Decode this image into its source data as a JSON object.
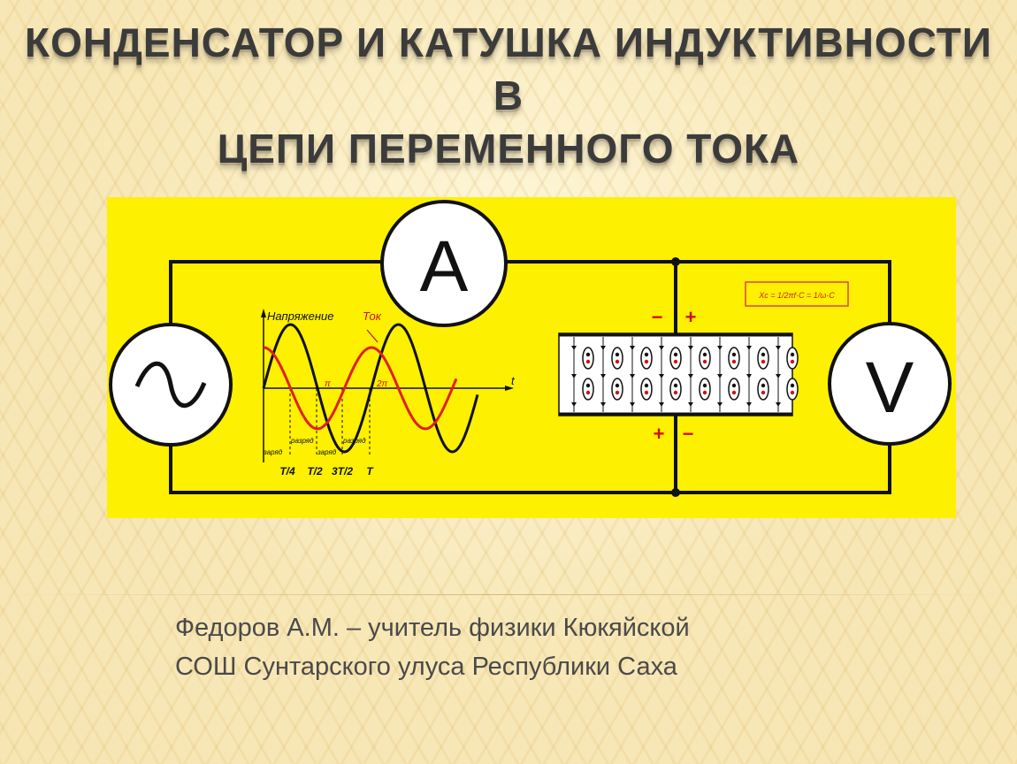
{
  "slide": {
    "title_line1": "КОНДЕНСАТОР И КАТУШКА ИНДУКТИВНОСТИ В",
    "title_line2": "ЦЕПИ ПЕРЕМЕННОГО ТОКА"
  },
  "diagram": {
    "ammeter_label": "A",
    "voltmeter_label": "V",
    "source_symbol": "~",
    "graph": {
      "voltage_label": "Напряжение",
      "current_label": "Ток",
      "axis_t": "t",
      "pi_label": "π",
      "two_pi_label": "2π",
      "charge_label": "заряд",
      "discharge_label": "разряд",
      "ticks": [
        "T/4",
        "T/2",
        "3T/2",
        "T"
      ]
    },
    "capacitor": {
      "top_minus": "−",
      "top_plus": "+",
      "bottom_plus": "+",
      "bottom_minus": "−"
    },
    "formula": "Xc = 1/2πf·C = 1/ω·C",
    "colors": {
      "background": "#fdf000",
      "voltage_curve": "#111111",
      "current_curve": "#e02020",
      "capacitor_fill": "#ffffff"
    }
  },
  "footer": {
    "author_line1": "Федоров А.М. – учитель физики Кюкяйской",
    "author_line2": "СОШ Сунтарского улуса Республики Саха"
  }
}
